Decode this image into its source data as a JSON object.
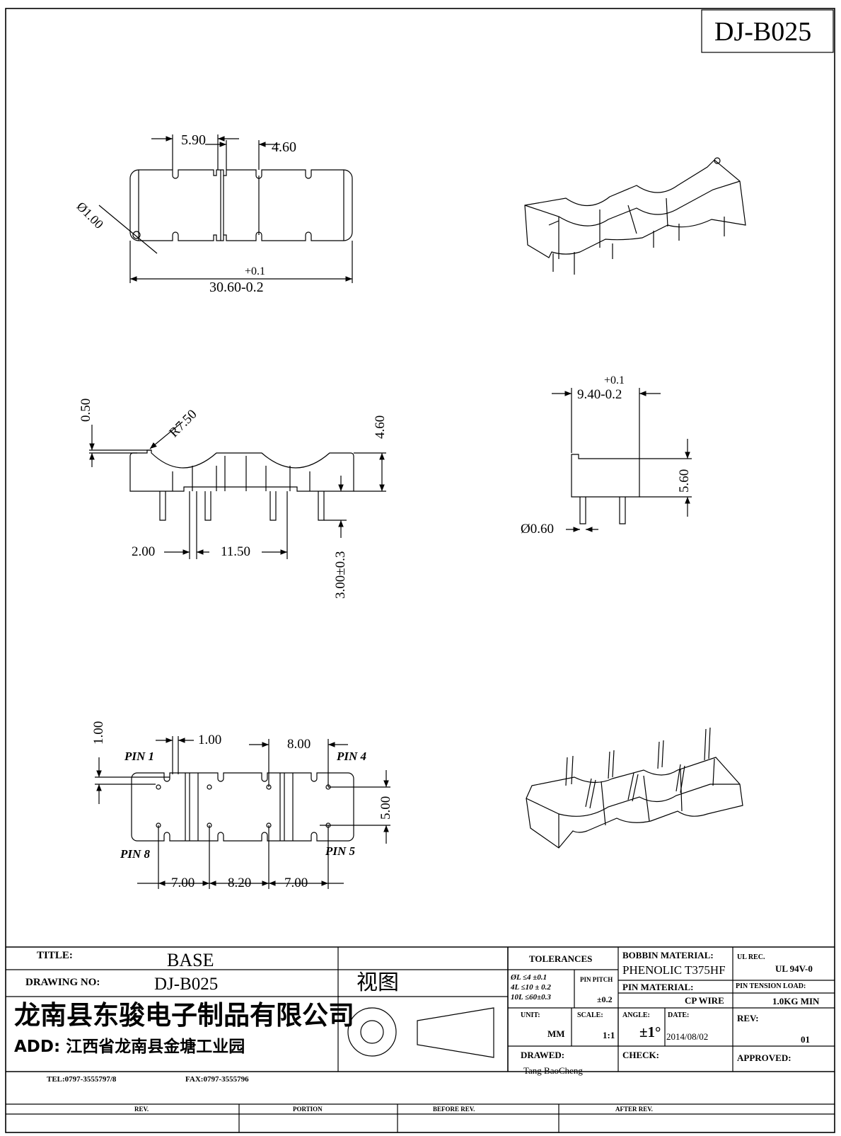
{
  "header": {
    "drawing_code": "DJ-B025"
  },
  "dims": {
    "top": {
      "w1": "5.90",
      "w2": "4.60",
      "hole": "Ø1.00",
      "len_tol": "+0.1",
      "len": "30.60-0.2"
    },
    "side": {
      "d050": "0.50",
      "r750": "R7.50",
      "h460": "4.60",
      "d200": "2.00",
      "d1150": "11.50",
      "pin_len": "3.00±0.3"
    },
    "end": {
      "w_tol": "+0.1",
      "w": "9.40-0.2",
      "h": "5.60",
      "pin_d": "Ø0.60"
    },
    "bottom": {
      "d100v": "1.00",
      "d100h": "1.00",
      "d800": "8.00",
      "d500": "5.00",
      "d700a": "7.00",
      "d820": "8.20",
      "d700b": "7.00",
      "pin1": "PIN 1",
      "pin4": "PIN 4",
      "pin8": "PIN 8",
      "pin5": "PIN 5"
    }
  },
  "title_block": {
    "title_label": "TITLE:",
    "title": "BASE",
    "drawing_no_label": "DRAWING NO:",
    "drawing_no": "DJ-B025",
    "view_label": "视图",
    "company": "龙南县东骏电子制品有限公司",
    "address": "ADD: 江西省龙南县金塘工业园",
    "tel": "TEL:0797-3555797/8",
    "fax": "FAX:0797-3555796",
    "tolerances_label": "TOLERANCES",
    "tol1": "ØL ≤4 ±0.1",
    "tol2": "4L ≤10 ± 0.2",
    "tol3": "10L ≤60±0.3",
    "pin_pitch_label": "PIN PITCH",
    "pin_pitch": "±0.2",
    "bobbin_material_label": "BOBBIN MATERIAL:",
    "bobbin_material": "PHENOLIC T375HF",
    "pin_material_label": "PIN MATERIAL:",
    "pin_material": "CP WIRE",
    "ul_rec_label": "UL REC.",
    "ul_rec": "UL 94V-0",
    "pin_tension_label": "PIN TENSION LOAD:",
    "pin_tension": "1.0KG MIN",
    "unit_label": "UNIT:",
    "unit": "MM",
    "scale_label": "SCALE:",
    "scale": "1:1",
    "angle_label": "ANGLE:",
    "angle": "±1°",
    "date_label": "DATE:",
    "date": "2014/08/02",
    "rev_label": "REV:",
    "rev": "01",
    "drawed_label": "DRAWED:",
    "drawed": "Tang BaoCheng",
    "check_label": "CHECK:",
    "approved_label": "APPROVED:",
    "rev_col": "REV.",
    "portion_col": "PORTION",
    "before_col": "BEFORE REV.",
    "after_col": "AFTER REV."
  }
}
